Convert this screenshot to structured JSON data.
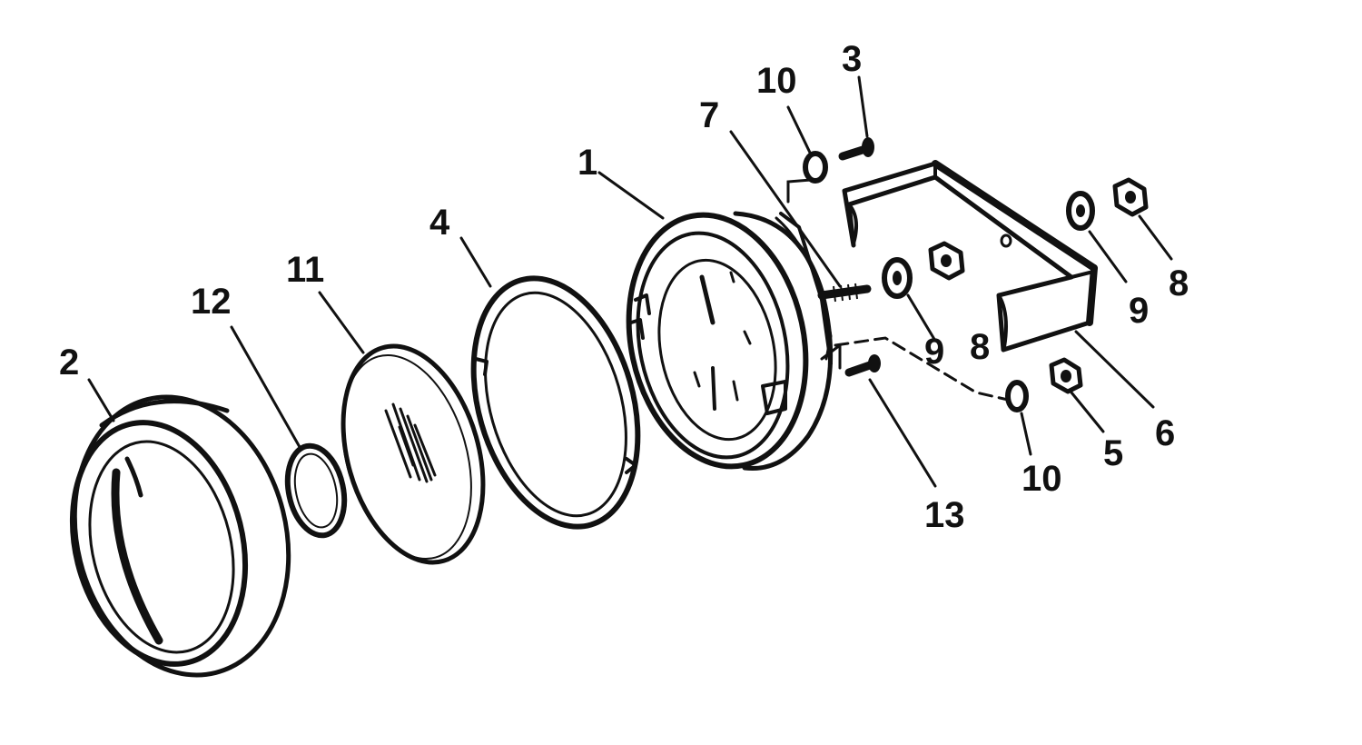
{
  "diagram": {
    "colors": {
      "ink": "#111111",
      "background": "#ffffff"
    },
    "callouts": [
      {
        "id": "c1",
        "label": "1"
      },
      {
        "id": "c2",
        "label": "2"
      },
      {
        "id": "c3",
        "label": "3"
      },
      {
        "id": "c4",
        "label": "4"
      },
      {
        "id": "c5",
        "label": "5"
      },
      {
        "id": "c6",
        "label": "6"
      },
      {
        "id": "c7",
        "label": "7"
      },
      {
        "id": "c8a",
        "label": "8"
      },
      {
        "id": "c8b",
        "label": "8"
      },
      {
        "id": "c9a",
        "label": "9"
      },
      {
        "id": "c9b",
        "label": "9"
      },
      {
        "id": "c10a",
        "label": "10"
      },
      {
        "id": "c10b",
        "label": "10"
      },
      {
        "id": "c11",
        "label": "11"
      },
      {
        "id": "c12",
        "label": "12"
      },
      {
        "id": "c13",
        "label": "13"
      }
    ]
  }
}
